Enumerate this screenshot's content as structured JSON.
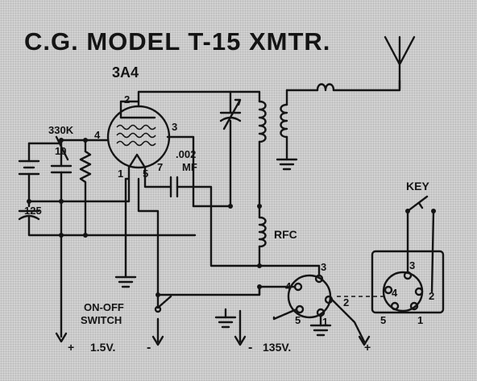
{
  "title": "C.G. MODEL T-15 XMTR.",
  "tube": {
    "type": "3A4",
    "pins": [
      "1",
      "2",
      "3",
      "4",
      "5",
      "7"
    ]
  },
  "components": {
    "grid_resistor": "330K",
    "grid_cap": "10",
    "cap_002": ".002",
    "cap_002_unit": "MF",
    "filter_cap": "125",
    "rfc": "RFC",
    "key": "KEY",
    "switch_line1": "ON-OFF",
    "switch_line2": "SWITCH"
  },
  "socket_left": {
    "pins": [
      "3",
      "4",
      "5",
      "1",
      "2"
    ]
  },
  "socket_right": {
    "pins": [
      "3",
      "4",
      "5",
      "1",
      "2"
    ]
  },
  "terminals": {
    "plus": "+",
    "v15": "1.5V.",
    "minus": "-",
    "v135": "135V."
  }
}
